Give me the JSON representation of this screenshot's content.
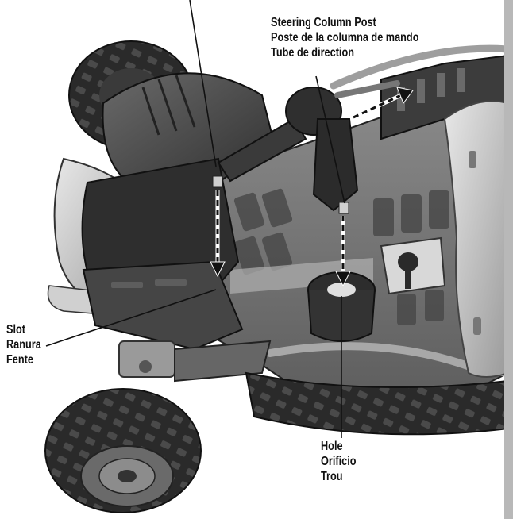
{
  "callouts": {
    "steering_post": {
      "en": "Steering Column Post",
      "es": "Poste de la columna de mando",
      "fr": "Tube de direction"
    },
    "slot": {
      "en": "Slot",
      "es": "Ranura",
      "fr": "Fente"
    },
    "hole": {
      "en": "Hole",
      "es": "Orificio",
      "fr": "Trou"
    }
  },
  "colors": {
    "body_dark": "#3a3a3a",
    "body_mid": "#5a5a5a",
    "plastic_light": "#bdbdbd",
    "tire": "#2a2a2a",
    "sidebar": "#b8b8b8"
  }
}
